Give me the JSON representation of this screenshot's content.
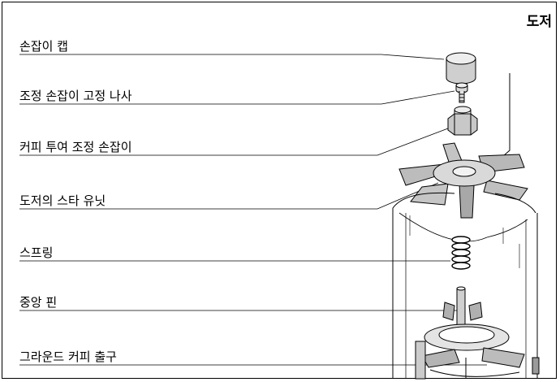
{
  "title": "도저",
  "labels": [
    {
      "id": "cap",
      "text": "손잡이 캡"
    },
    {
      "id": "screw",
      "text": "조정 손잡이 고정 나사"
    },
    {
      "id": "knob",
      "text": "커피 투여 조정 손잡이"
    },
    {
      "id": "star",
      "text": "도저의 스타 유닛"
    },
    {
      "id": "spring",
      "text": "스프링"
    },
    {
      "id": "pin",
      "text": "중앙 핀"
    },
    {
      "id": "outlet",
      "text": "그라운드 커피 출구"
    }
  ],
  "colors": {
    "line": "#000000",
    "shade": "#bdbdbd",
    "light": "#e6e6e6"
  }
}
